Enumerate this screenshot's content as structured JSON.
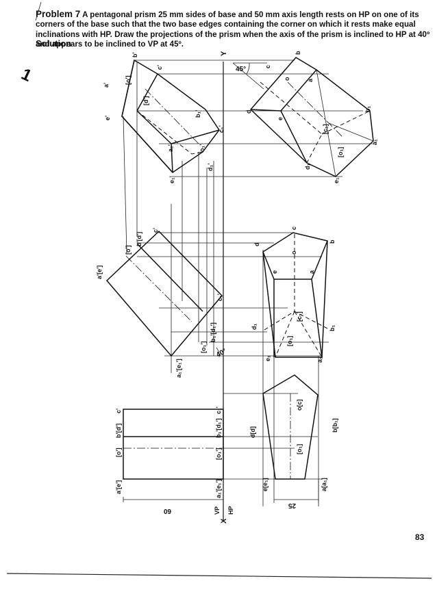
{
  "problem": {
    "tag": "Problem 7",
    "text": "A pentagonal prism 25 mm sides of base and 50 mm axis length rests on HP on one of its corners of the base such that the two base edges containing the corner on which it rests make equal inclinations with HP. Draw the projections of the prism when the axis of the prism is inclined to HP at 40º and appears to be inclined to VP at 45º."
  },
  "solution_heading": "Solution",
  "page_number": "83",
  "margin_mark": "1",
  "axis_labels": {
    "x": "X",
    "y": "Y",
    "vp": "VP",
    "hp": "HP"
  },
  "dimensions": {
    "axis_length": "60",
    "base_side": "25",
    "angle_hp": "40°",
    "angle_vp": "45°"
  },
  "labels": {
    "s1": {
      "ae": "a'[e']",
      "o": "[o']",
      "bd": "b'[d']",
      "c": "c'",
      "a1e1": "a₁'[e₁']",
      "o1": "[o₁']",
      "b1d1": "b₁'[d₁']",
      "c1": "c₁'"
    },
    "t1": {
      "a": "a",
      "b": "b",
      "c": "o[c]",
      "d": "d[d]",
      "e": "e[e₁]",
      "o": "[o₁]",
      "bb": "b[b₁]",
      "aa": "a[a₁]"
    },
    "s2": {
      "ae": "a'[e']",
      "o": "[o']",
      "bd": "b'[d']",
      "c": "c'",
      "a1e1": "a₁'[e₁']",
      "o1": "[o₁']",
      "b1d1": "b₁'[d₁']",
      "c1": "c₁'"
    },
    "t2": {
      "a": "a",
      "b": "b",
      "c": "c",
      "d": "d",
      "e": "e",
      "o": "o",
      "a1": "a₁",
      "b1": "b₁",
      "c1": "[c₁]",
      "d1": "d₁",
      "e1": "e₁",
      "o1": "[o₁]"
    },
    "s3": {
      "a": "a'",
      "b": "b'",
      "c": "c'",
      "d": "d'",
      "e": "e'",
      "o": "[o']",
      "dd": "[d']",
      "a1": "a₁'",
      "b1": "b₁'",
      "c1": "c₁'",
      "d1": "d₁'",
      "e1": "e₁'",
      "o1": "o₁'"
    },
    "t3": {
      "a": "a",
      "b": "b",
      "c": "c",
      "d": "d",
      "e": "e",
      "o": "o",
      "a1": "a₁",
      "b1": "b₁",
      "c1": "[c₁]",
      "d1": "d₁",
      "e1": "e₁",
      "o1": "[o₁]"
    }
  }
}
